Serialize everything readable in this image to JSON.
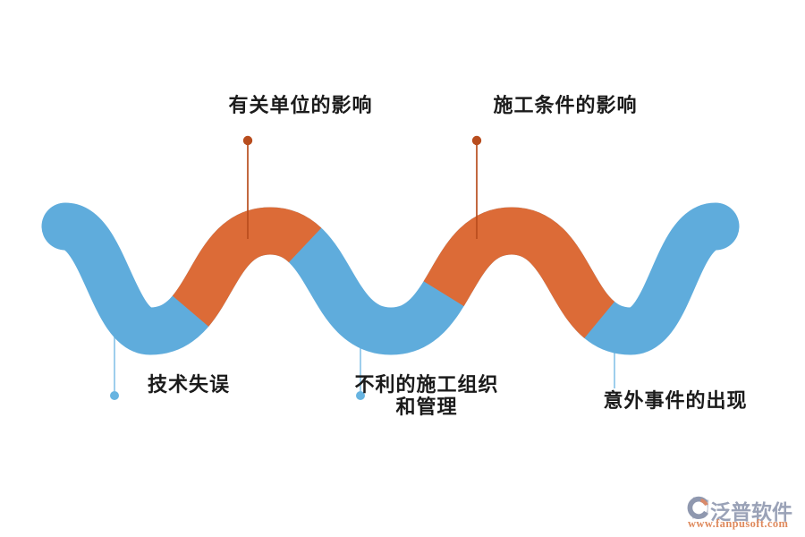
{
  "diagram": {
    "type": "serpentine-wave-risk-diagram",
    "labels": {
      "top1": "有关单位的影响",
      "top2": "施工条件的影响",
      "bottom1": "技术失误",
      "bottom2_line1": "不利的施工组织",
      "bottom2_line2": "和管理",
      "bottom3": "意外事件的出现"
    },
    "colors": {
      "wave_blue": "#5FACDC",
      "wave_orange": "#DC6B37",
      "connector_blue": "#85C2E7",
      "connector_blue_dot": "#67B4E1",
      "connector_orange": "#B84D1E",
      "label_text": "#1B1B1B"
    },
    "wave": {
      "stroke_width": 53,
      "orange_ranges_x": [
        [
          213,
          341
        ],
        [
          496,
          670
        ]
      ]
    }
  },
  "watermark": {
    "name": "泛普软件",
    "url": "www.fanpusoft.com",
    "name_color": "#9AA2B7",
    "url_color": "#DF8A5D"
  }
}
